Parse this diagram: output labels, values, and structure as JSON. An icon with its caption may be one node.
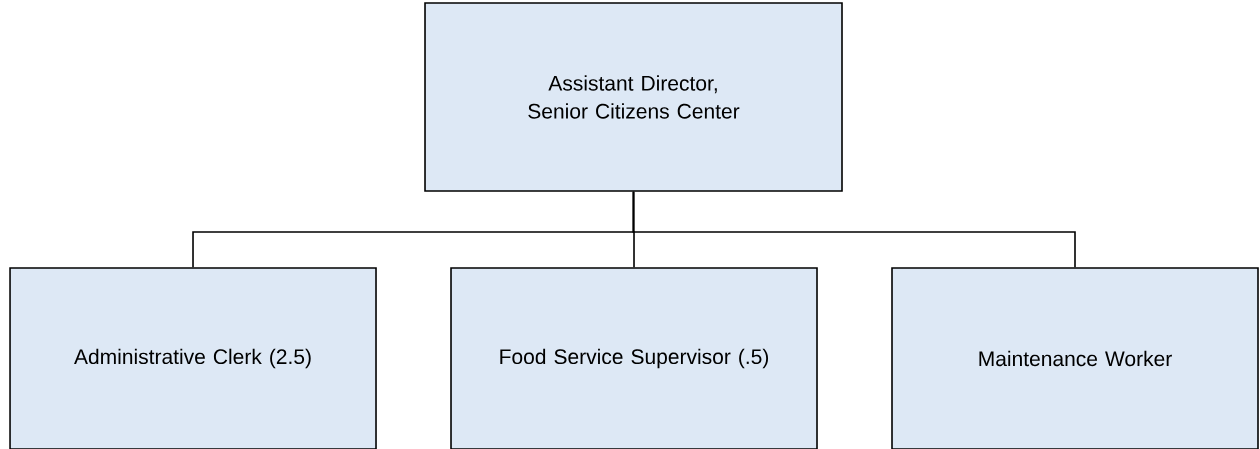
{
  "diagram": {
    "nodes": [
      {
        "text": [
          "Assistant Director, Senior Citizens Center"
        ]
      },
      {
        "text": [
          "Administrative Clerk (2.5)"
        ]
      },
      {
        "text": [
          "Food Service Supervisor (.5)"
        ]
      },
      {
        "text": [
          "Maintenance Worker"
        ]
      }
    ],
    "edges": [
      {
        "from": 0,
        "to": 1,
        "arrow": "none"
      },
      {
        "from": 0,
        "to": 2,
        "arrow": "none"
      },
      {
        "from": 0,
        "to": 3,
        "arrow": "none"
      }
    ]
  }
}
